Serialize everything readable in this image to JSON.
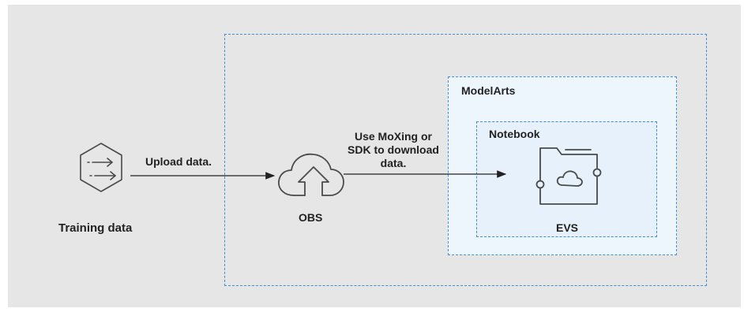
{
  "diagram": {
    "outer_region_label": "",
    "modelarts": {
      "title": "ModelArts"
    },
    "notebook": {
      "title": "Notebook"
    },
    "nodes": {
      "training_data": {
        "label": "Training data",
        "icon": "hexagon-data-transfer-icon"
      },
      "obs": {
        "label": "OBS",
        "icon": "cloud-upload-icon"
      },
      "evs": {
        "label": "EVS",
        "icon": "folder-cloud-icon"
      }
    },
    "edges": {
      "upload": {
        "label": "Upload data."
      },
      "download": {
        "label": "Use MoXing or SDK to download data."
      }
    },
    "colors": {
      "background": "#e6e6e6",
      "dashed_border": "#3b8fd9",
      "icon_stroke": "#4a4a4a",
      "modelarts_fill": "#eef6fd",
      "notebook_fill": "#e7f1fb"
    }
  }
}
